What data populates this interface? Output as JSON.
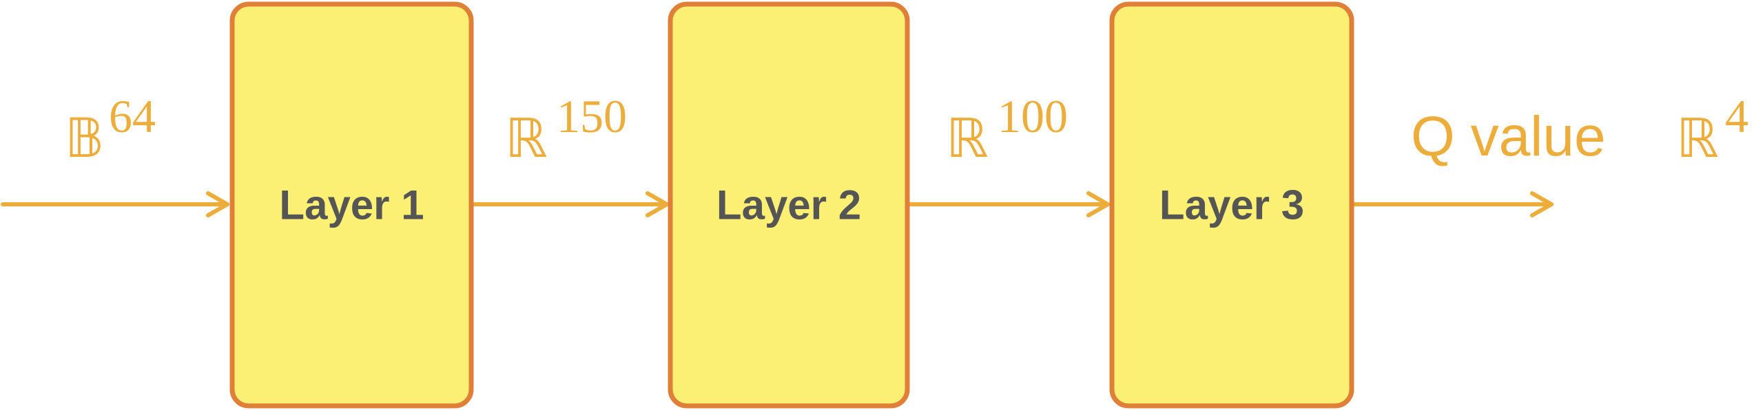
{
  "colors": {
    "box_fill": "#FBF074",
    "box_stroke": "#E07F37",
    "arrow": "#EDAD3B",
    "label_text": "#555555",
    "annotation_text": "#EDAD3B"
  },
  "layers": [
    {
      "label": "Layer 1"
    },
    {
      "label": "Layer 2"
    },
    {
      "label": "Layer 3"
    }
  ],
  "annotations": {
    "input": {
      "symbol": "𝔹",
      "exponent": "64"
    },
    "hidden1": {
      "symbol": "ℝ",
      "exponent": "150"
    },
    "hidden2": {
      "symbol": "ℝ",
      "exponent": "100"
    },
    "output": {
      "text": "Q value",
      "symbol": "ℝ",
      "exponent": "4"
    }
  }
}
